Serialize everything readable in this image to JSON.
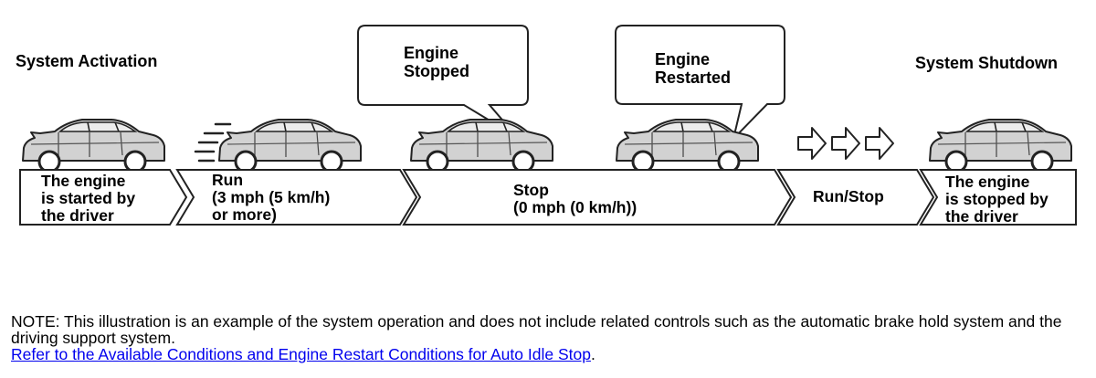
{
  "labels": {
    "activation": "System Activation",
    "shutdown": "System Shutdown"
  },
  "callouts": [
    {
      "lines": [
        "Engine",
        "Stopped"
      ]
    },
    {
      "lines": [
        "Engine",
        "Restarted"
      ]
    }
  ],
  "stages": [
    {
      "lines": [
        "The engine",
        "is started by",
        "the driver"
      ]
    },
    {
      "lines": [
        "Run",
        "(3 mph (5 km/h)",
        "or more)"
      ]
    },
    {
      "lines": [
        "Stop",
        "(0 mph (0 km/h))"
      ]
    },
    {
      "lines": [
        "Run/Stop"
      ]
    },
    {
      "lines": [
        "The engine",
        "is stopped by",
        "the driver"
      ]
    }
  ],
  "note": {
    "text": "NOTE: This illustration is an example of the system operation and does not include related controls such as the automatic brake hold system and the driving support system.",
    "link_text": "Refer to the Available Conditions and Engine Restart Conditions for Auto Idle Stop",
    "link_suffix": "."
  },
  "icons": [
    "car-icon",
    "speed-lines-icon",
    "right-arrow-icon"
  ]
}
